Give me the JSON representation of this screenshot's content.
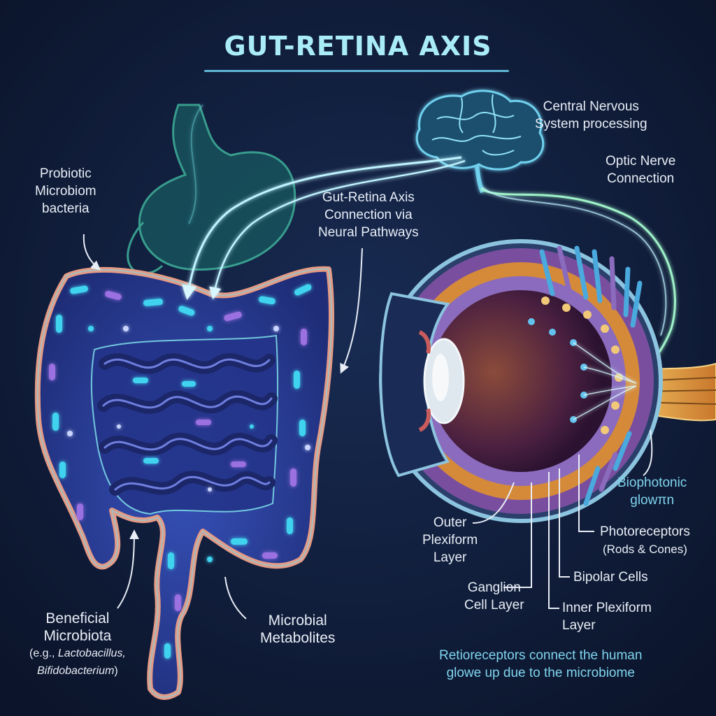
{
  "title": "GUT-RETINA AXIS",
  "labels": {
    "probiotic": [
      "Probiotic",
      "Microbiom",
      "bacteria"
    ],
    "cns": [
      "Central Nervous",
      "System processing"
    ],
    "optic_nerve": [
      "Optic Nerve",
      "Connection"
    ],
    "axis_connection": [
      "Gut-Retina Axis",
      "Connection via",
      "Neural Pathways"
    ],
    "biophotonic": [
      "Biophotonic",
      "glowπn"
    ],
    "outer_plexiform": [
      "Outer",
      "Plexiform",
      "Layer"
    ],
    "photoreceptors": [
      "Photoreceptors",
      "(Rods & Cones)"
    ],
    "ganglion": [
      "Ganglion",
      "Cell Layer"
    ],
    "bipolar": "Bipolar Cells",
    "inner_plexiform": [
      "Inner Plexiform",
      "Layer"
    ],
    "beneficial": {
      "line1": "Beneficial",
      "line2": "Microbiota",
      "line3_prefix": "(e.g., ",
      "line3_species": "Lactobacillus,",
      "line4_species": "Bifidobacterium",
      "line4_suffix": ")"
    },
    "metabolites": [
      "Microbial",
      "Metabolites"
    ]
  },
  "footer": [
    "Retioreceptors connect  the human",
    "glowe up due to the microbiome"
  ],
  "colors": {
    "background": "#0f1b34",
    "title": "#a9ecf6",
    "intestine_fill": "#2b3f9a",
    "intestine_outline": "#e59a85",
    "bacteria_cyan": "#3fd3f0",
    "bacteria_purple": "#9b6fe0",
    "stomach": "#1c6b73",
    "brain": "#3a8fb3",
    "neural_path": "#bff3ff",
    "eye_sclera": "#8cc4df",
    "retina_orange": "#d58a3a",
    "retina_purple": "#8a6bbd",
    "photoreceptor_blue": "#4aa9dd",
    "optic_nerve": "#e0a640"
  }
}
